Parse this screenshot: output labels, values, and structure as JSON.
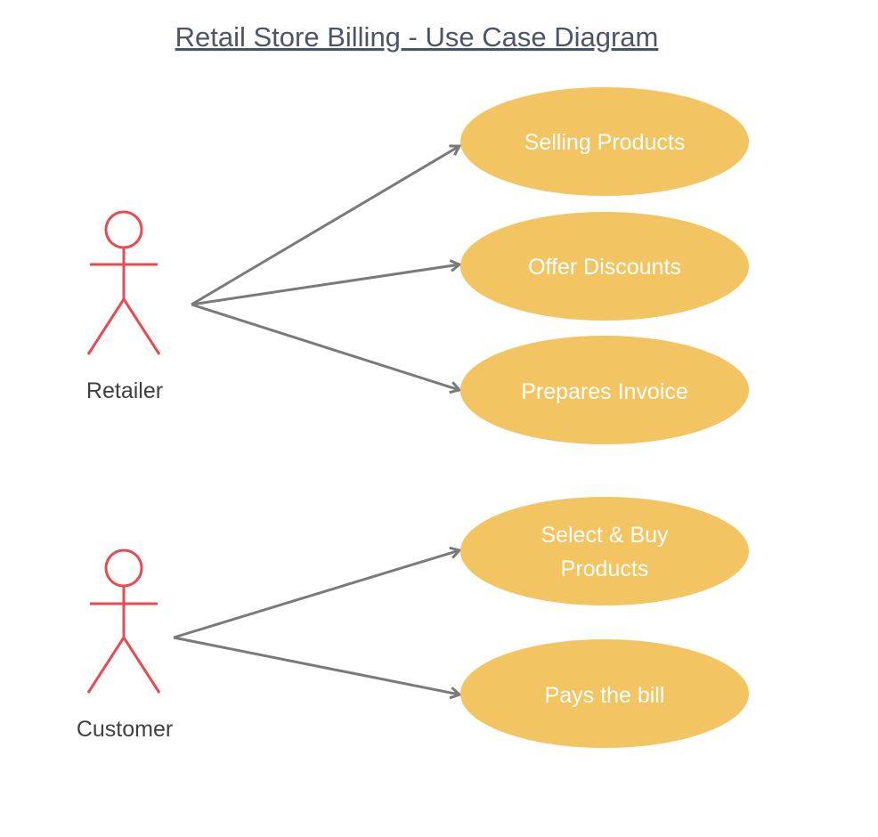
{
  "title": "Retail Store Billing - Use Case Diagram",
  "colors": {
    "actor": "#ea4a4f",
    "use_case_fill": "#f2c462",
    "use_case_text": "#ffffff",
    "arrow": "#7a7a7a",
    "title": "#4a5568"
  },
  "actors": [
    {
      "name": "Retailer"
    },
    {
      "name": "Customer"
    }
  ],
  "use_cases": [
    {
      "lines": [
        "Selling Products"
      ]
    },
    {
      "lines": [
        "Offer Discounts"
      ]
    },
    {
      "lines": [
        "Prepares Invoice"
      ]
    },
    {
      "lines": [
        "Select & Buy",
        "Products"
      ]
    },
    {
      "lines": [
        "Pays the bill"
      ]
    }
  ],
  "associations": [
    {
      "from": "Retailer",
      "to": "Selling Products"
    },
    {
      "from": "Retailer",
      "to": "Offer Discounts"
    },
    {
      "from": "Retailer",
      "to": "Prepares Invoice"
    },
    {
      "from": "Customer",
      "to": "Select & Buy Products"
    },
    {
      "from": "Customer",
      "to": "Pays the bill"
    }
  ]
}
